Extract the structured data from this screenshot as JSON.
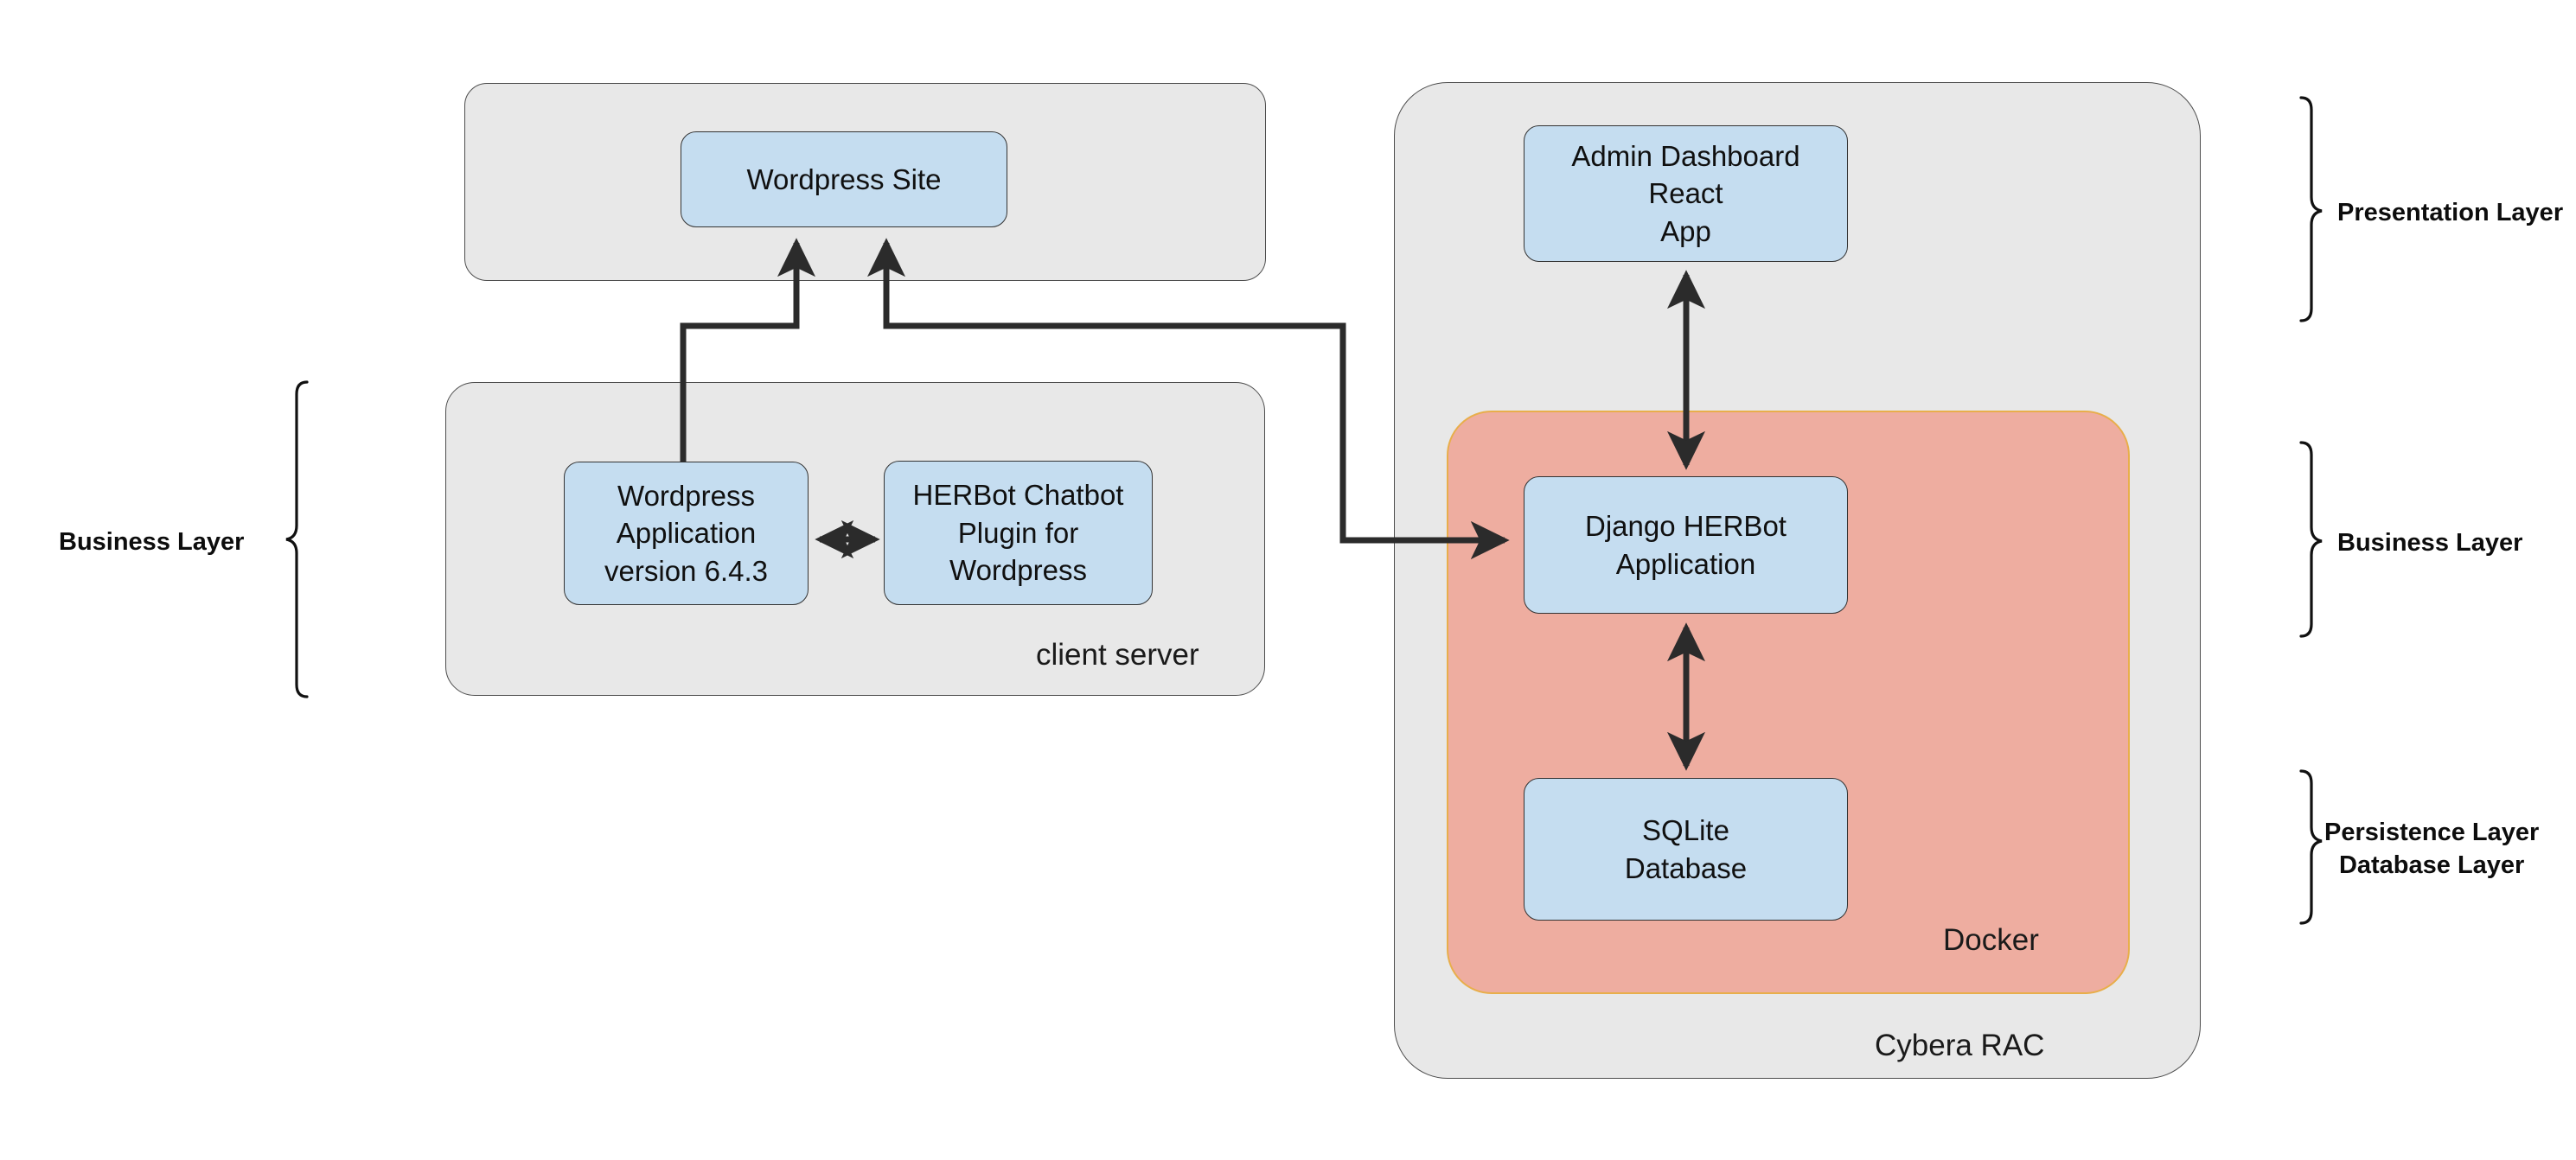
{
  "diagram": {
    "title": "HERBot System Architecture",
    "colors": {
      "node_fill": "#c5ddf0",
      "node_stroke": "#333333",
      "group_fill": "#e8e8e8",
      "group_stroke": "#4d4d4d",
      "docker_fill": "#eeada0",
      "docker_stroke": "#e8ae4b",
      "connector": "#2b2b2b",
      "background": "#ffffff"
    }
  },
  "groups": {
    "client_site_container": {
      "label": ""
    },
    "client_server": {
      "label": "client server"
    },
    "cybera_rac": {
      "label": "Cybera RAC"
    },
    "docker": {
      "label": "Docker"
    }
  },
  "nodes": {
    "wordpress_site": {
      "label": "Wordpress Site"
    },
    "wordpress_application": {
      "line1": "Wordpress",
      "line2": "Application",
      "line3": "version 6.4.3"
    },
    "herbot_plugin": {
      "line1": "HERBot Chatbot",
      "line2": "Plugin for Wordpress"
    },
    "admin_dashboard": {
      "line1": "Admin Dashboard React",
      "line2": "App"
    },
    "django_herbot": {
      "line1": "Django HERBot",
      "line2": "Application"
    },
    "sqlite_database": {
      "line1": "SQLite",
      "line2": "Database"
    }
  },
  "layers": {
    "left": [
      {
        "label": "Business Layer"
      }
    ],
    "right": [
      {
        "label": "Presentation Layer"
      },
      {
        "label": "Business Layer"
      },
      {
        "line1": "Persistence Layer",
        "line2": "Database Layer"
      }
    ]
  }
}
